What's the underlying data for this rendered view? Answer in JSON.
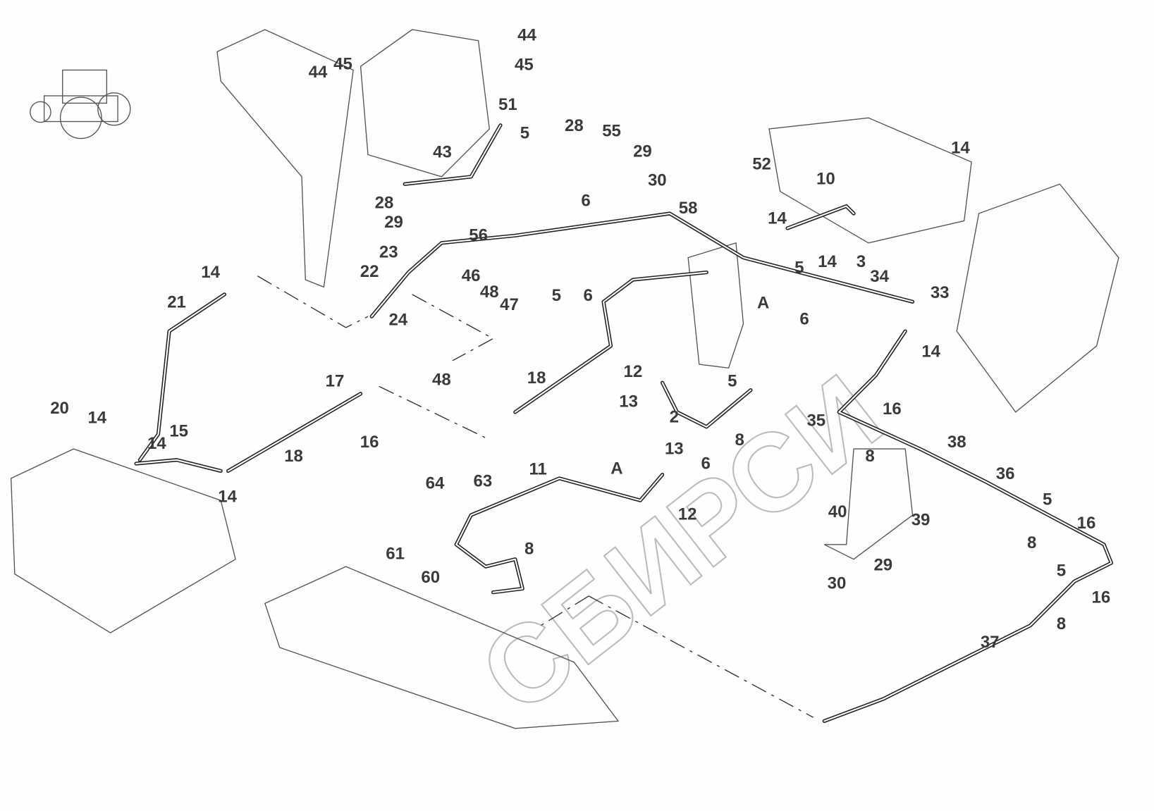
{
  "diagram": {
    "type": "exploded parts diagram - fuel lines",
    "watermark": "СБИРСИ",
    "view_marker": "A",
    "colors": {
      "line": "#222222",
      "label": "#3a3a3a",
      "background": "#fdfefe"
    },
    "icons": [
      "tractor-icon"
    ],
    "callouts": [
      "44",
      "45",
      "44",
      "45",
      "51",
      "5",
      "28",
      "55",
      "29",
      "30",
      "43",
      "52",
      "14",
      "10",
      "28",
      "29",
      "6",
      "58",
      "14",
      "56",
      "23",
      "22",
      "46",
      "48",
      "47",
      "5",
      "6",
      "5",
      "14",
      "3",
      "34",
      "33",
      "6",
      "24",
      "14",
      "21",
      "14",
      "12",
      "13",
      "5",
      "18",
      "48",
      "17",
      "16",
      "20",
      "14",
      "15",
      "14",
      "18",
      "14",
      "2",
      "35",
      "16",
      "8",
      "6",
      "38",
      "13",
      "11",
      "64",
      "63",
      "8",
      "36",
      "12",
      "40",
      "39",
      "5",
      "16",
      "8",
      "8",
      "61",
      "60",
      "29",
      "30",
      "5",
      "16",
      "8",
      "37",
      "A",
      "A"
    ]
  }
}
